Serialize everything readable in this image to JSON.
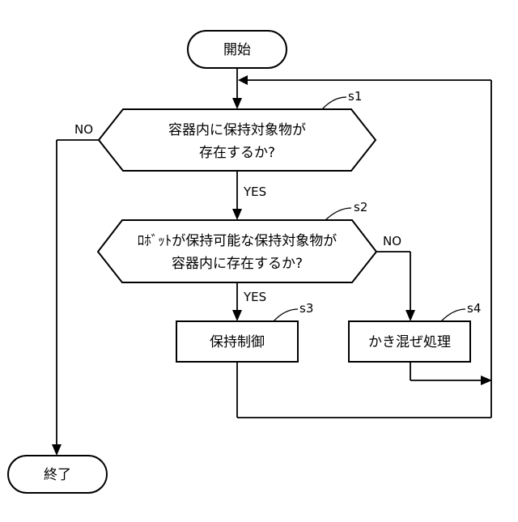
{
  "flowchart": {
    "start": "開始",
    "end": "終了",
    "decision_s1": {
      "step": "s1",
      "line1": "容器内に保持対象物が",
      "line2": "存在するか?"
    },
    "decision_s2": {
      "step": "s2",
      "line1": "ﾛﾎﾞｯﾄが保持可能な保持対象物が",
      "line2": "容器内に存在するか?"
    },
    "process_s3": {
      "step": "s3",
      "label": "保持制御"
    },
    "process_s4": {
      "step": "s4",
      "label": "かき混ぜ処理"
    },
    "edge_labels": {
      "s1_no": "NO",
      "s1_yes": "YES",
      "s2_no": "NO",
      "s2_yes": "YES"
    }
  }
}
